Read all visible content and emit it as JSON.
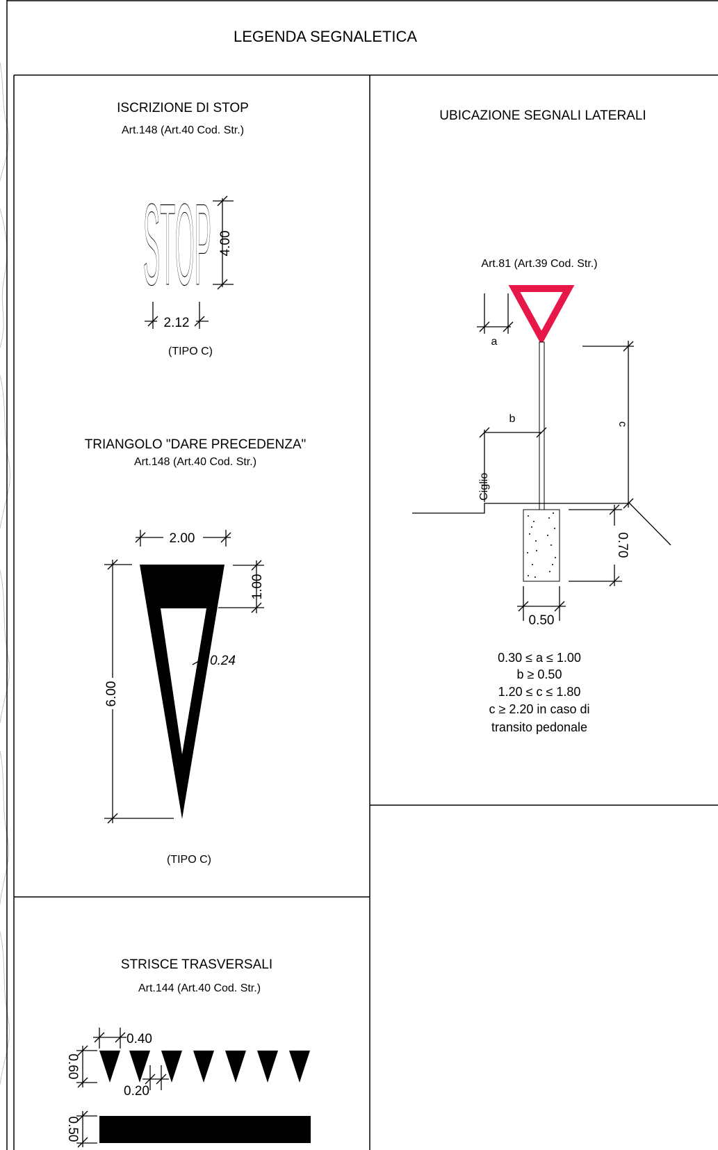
{
  "legend_title": "LEGENDA SEGNALETICA",
  "stop_section": {
    "title": "ISCRIZIONE DI STOP",
    "subtitle": "Art.148 (Art.40 Cod. Str.)",
    "word": "STOP",
    "height_dim": "4.00",
    "width_dim": "2.12",
    "type": "(TIPO C)"
  },
  "triangle_section": {
    "title": "TRIANGOLO \"DARE PRECEDENZA\"",
    "subtitle": "Art.148 (Art.40 Cod. Str.)",
    "width_dim": "2.00",
    "top_band_dim": "1.00",
    "height_dim": "6.00",
    "stroke_dim": "0.24",
    "type": "(TIPO C)"
  },
  "lateral_section": {
    "title": "UBICAZIONE  SEGNALI   LATERALI",
    "subtitle": "Art.81 (Art.39 Cod. Str.)",
    "dim_a": "a",
    "dim_b": "b",
    "dim_c": "c",
    "curb_label": "Ciglio",
    "depth_dim": "0.70",
    "base_dim": "0.50",
    "sign_color": "#e8174a",
    "conditions": [
      "0.30 ≤  a ≤ 1.00",
      "b ≥  0.50",
      "1.20  ≤  c  ≤ 1.80",
      "c  ≥   2.20 in caso di",
      "transito pedonale"
    ]
  },
  "stripes_section": {
    "title": "STRISCE TRASVERSALI",
    "subtitle": "Art.144 (Art.40 Cod. Str.)",
    "tooth_width_dim": "0.40",
    "tooth_gap_dim": "0.20",
    "tooth_height_dim": "0.60",
    "bar_height_dim": "0.50"
  }
}
